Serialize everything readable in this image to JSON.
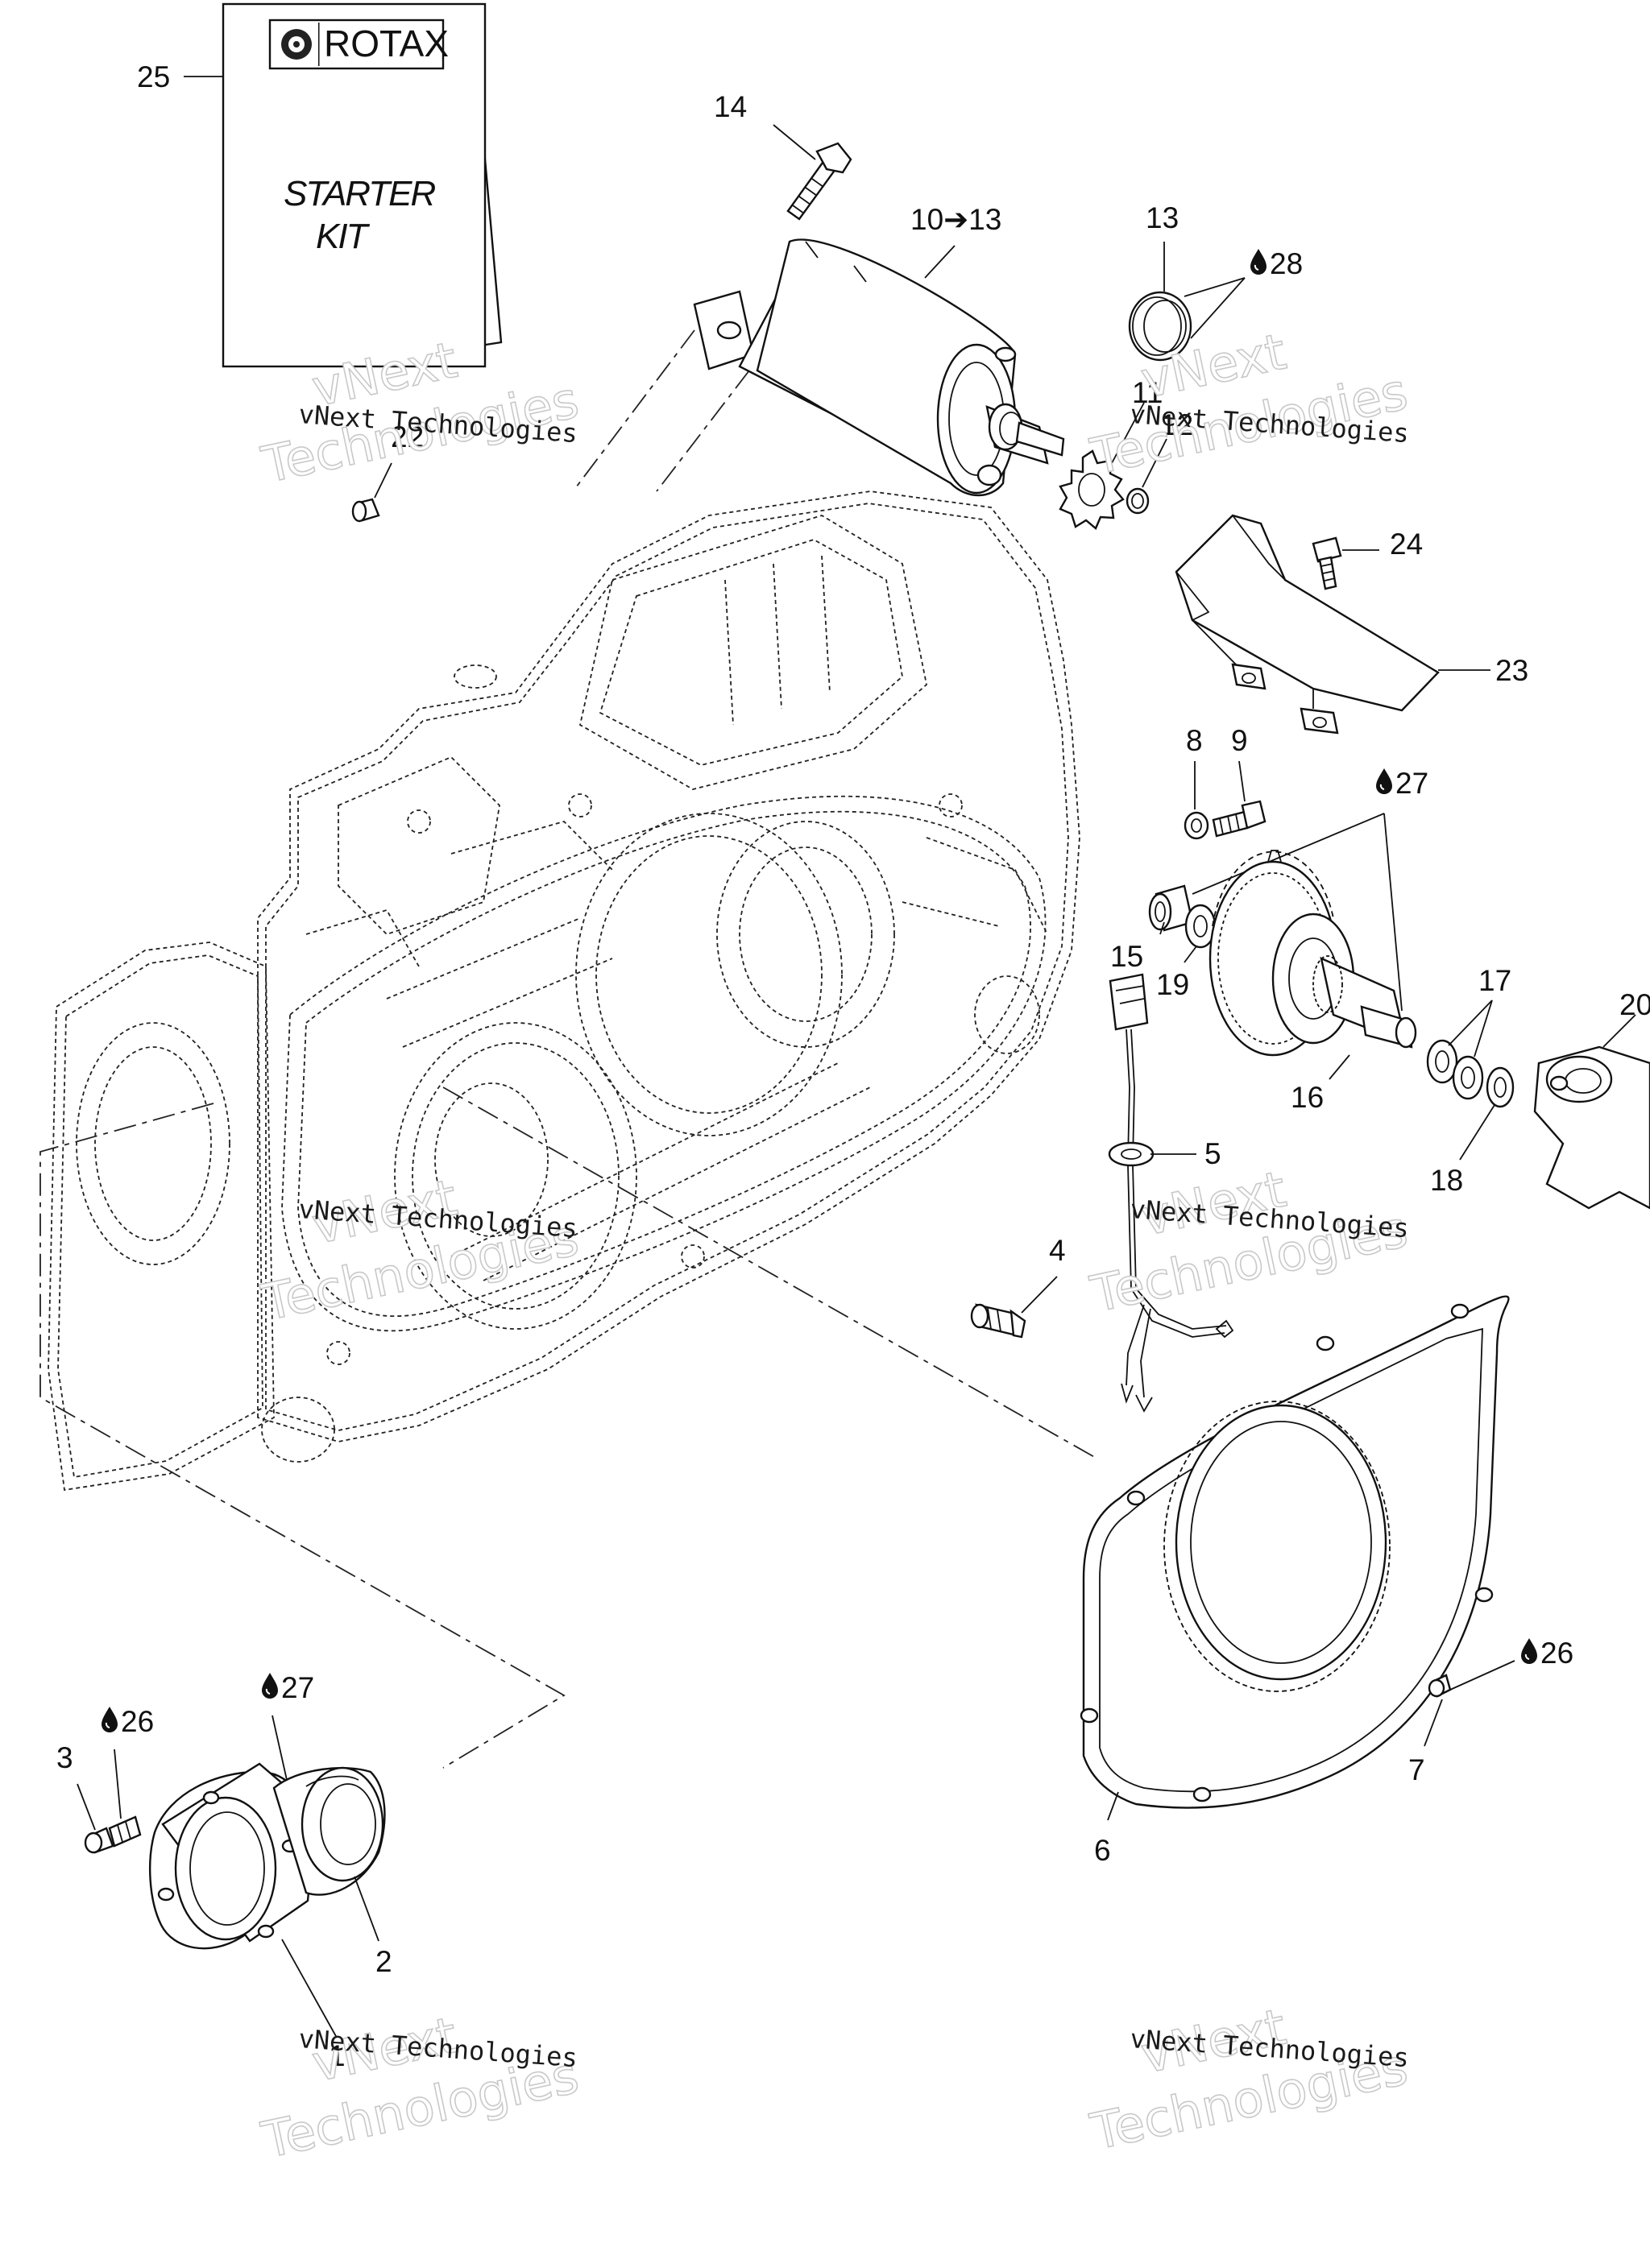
{
  "kit": {
    "brand": "ROTAX",
    "title_line1": "STARTER",
    "title_line2": "KIT"
  },
  "watermark": {
    "small": "vNext Technologies",
    "big_line1": "vNext",
    "big_line2": "Technologies"
  },
  "callouts": {
    "c1": "1",
    "c2": "2",
    "c3": "3",
    "c4": "4",
    "c5": "5",
    "c6": "6",
    "c7": "7",
    "c8": "8",
    "c9": "9",
    "c10": "10➔13",
    "c11": "11",
    "c12": "12",
    "c13": "13",
    "c14": "14",
    "c15": "15",
    "c16": "16",
    "c17": "17",
    "c18": "18",
    "c19": "19",
    "c20": "20",
    "c22": "22",
    "c23": "23",
    "c24": "24",
    "c25": "25",
    "c26a": "26",
    "c26b": "26",
    "c27a": "27",
    "c27b": "27",
    "c28": "28"
  },
  "icons": {
    "lubricant": "oil-drop-icon",
    "arrow": "arrow-right-icon"
  }
}
